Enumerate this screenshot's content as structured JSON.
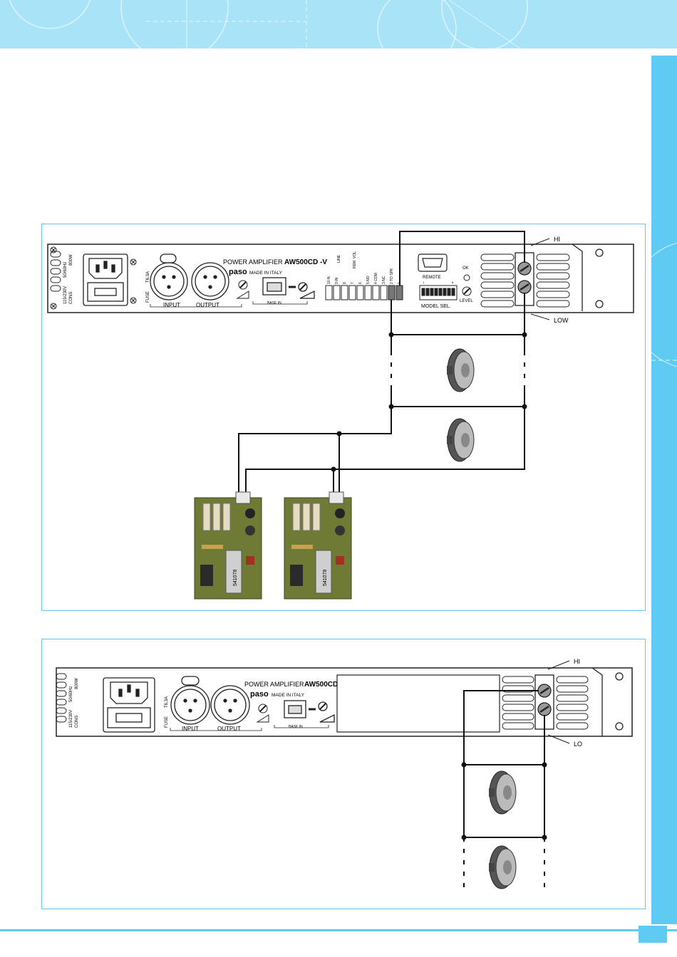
{
  "colors": {
    "accent": "#5fcbf2",
    "banner": "#a9e3f8",
    "wire": "#111111"
  },
  "diagram1": {
    "model_label": "POWER AMPLIFIER",
    "model_name": "AW500CD -V",
    "brand": "paso",
    "made_in": "MADE IN ITALY",
    "input_label": "INPUT",
    "output_label": "OUTPUT",
    "fuse_label": "FUSE",
    "fuse_rating": "T6,3A",
    "mains_voltage": "115/230V",
    "mains_freq": "50/60Hz",
    "power": "800W",
    "cons_label": "CONS",
    "base_in_label": "BASE IN",
    "remote_label": "REMOTE",
    "model_sel_label": "MODEL SEL.",
    "ok_label": "OK",
    "level_label": "LEVEL",
    "dip_start": "1",
    "dip_end": "8",
    "terminal_labels": [
      "10 N",
      "9 IN",
      "8",
      "7",
      "6",
      "5 NO",
      "4 COM",
      "3 NC",
      "2 TO SPK",
      "1"
    ],
    "terminal_group_labels": [
      "LINE",
      "REM. VOL."
    ],
    "hi_label": "HI",
    "low_label": "LOW",
    "module_chip_label": "541078"
  },
  "diagram2": {
    "model_label": "POWER AMPLIFIER",
    "model_name": "AW500CD",
    "brand": "paso",
    "made_in": "MADE IN ITALY",
    "input_label": "INPUT",
    "output_label": "OUTPUT",
    "fuse_label": "FUSE",
    "fuse_rating": "T6,3A",
    "mains_voltage": "115/230V",
    "mains_freq": "50/60Hz",
    "power": "800W",
    "cons_label": "CONS",
    "base_in_label": "BASE IN",
    "hi_label": "HI",
    "lo_label": "LO"
  }
}
